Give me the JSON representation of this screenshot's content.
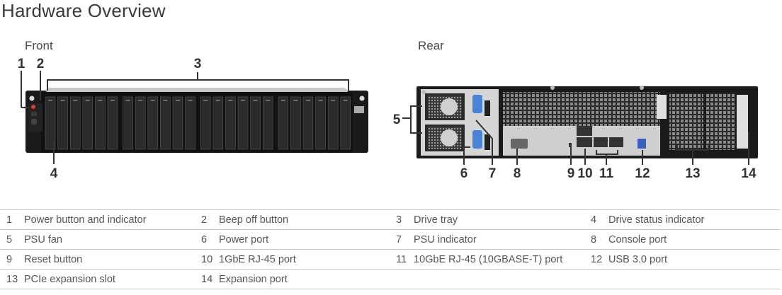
{
  "title": "Hardware Overview",
  "front_label": "Front",
  "rear_label": "Rear",
  "callouts": {
    "front": [
      "1",
      "2",
      "3",
      "4"
    ],
    "rear": [
      "5",
      "6",
      "7",
      "8",
      "9",
      "10",
      "11",
      "12",
      "13",
      "14"
    ]
  },
  "legend": [
    [
      {
        "num": "1",
        "label": "Power button and indicator"
      },
      {
        "num": "2",
        "label": "Beep off button"
      },
      {
        "num": "3",
        "label": "Drive tray"
      },
      {
        "num": "4",
        "label": "Drive status indicator"
      }
    ],
    [
      {
        "num": "5",
        "label": "PSU fan"
      },
      {
        "num": "6",
        "label": "Power port"
      },
      {
        "num": "7",
        "label": "PSU indicator"
      },
      {
        "num": "8",
        "label": "Console port"
      }
    ],
    [
      {
        "num": "9",
        "label": "Reset button"
      },
      {
        "num": "10",
        "label": "1GbE RJ-45 port"
      },
      {
        "num": "11",
        "label": "10GbE RJ-45 (10GBASE-T) port"
      },
      {
        "num": "12",
        "label": "USB 3.0 port"
      }
    ],
    [
      {
        "num": "13",
        "label": "PCIe expansion slot"
      },
      {
        "num": "14",
        "label": "Expansion port"
      }
    ]
  ]
}
